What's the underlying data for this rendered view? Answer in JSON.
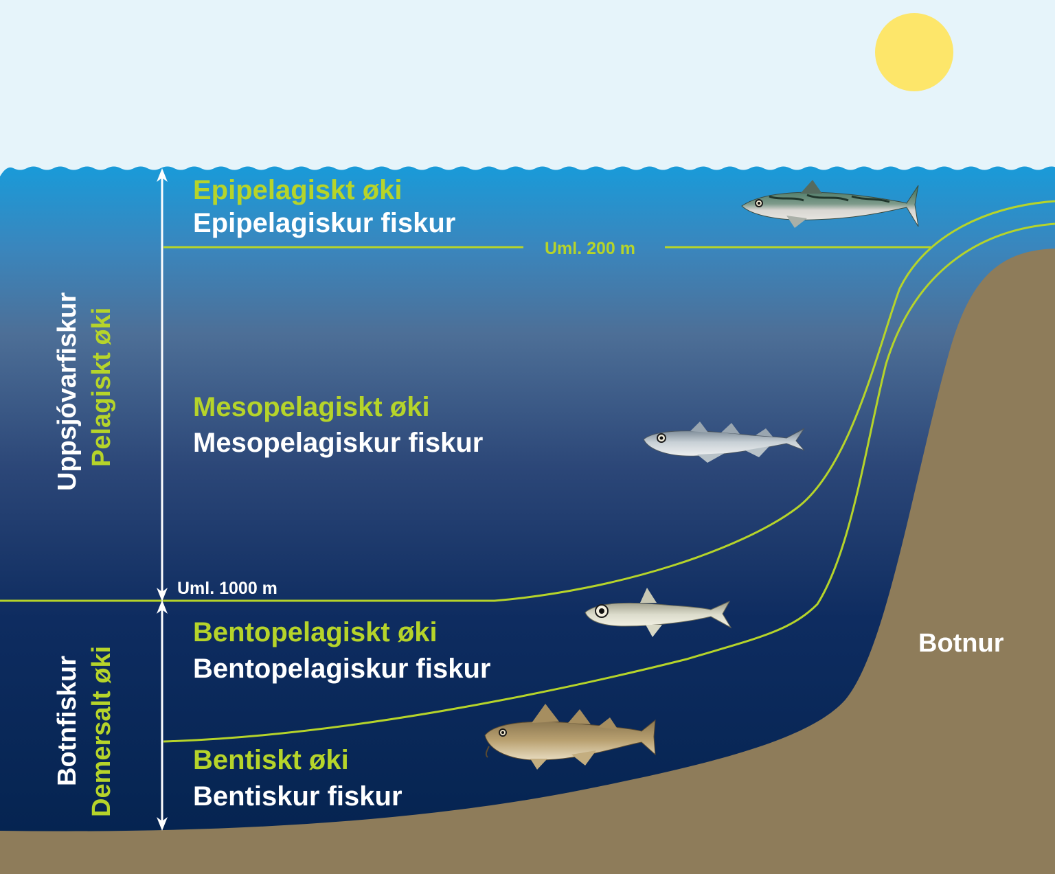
{
  "colors": {
    "sky": "#e6f4fa",
    "sun": "#fde66a",
    "surface_water": "#1a9ad8",
    "deep_water": "#0a2a5a",
    "seabed": "#8e7c5a",
    "accent_green": "#b6d42a",
    "text_white": "#ffffff"
  },
  "zones": [
    {
      "name": "Epipelagiskt øki",
      "fish": "Epipelagiskur fiskur",
      "fish_icon": "mackerel-icon"
    },
    {
      "name": "Mesopelagiskt øki",
      "fish": "Mesopelagiskur fiskur",
      "fish_icon": "blue-whiting-icon"
    },
    {
      "name": "Bentopelagiskt øki",
      "fish": "Bentopelagiskur fiskur",
      "fish_icon": "argentine-icon"
    },
    {
      "name": "Bentiskt øki",
      "fish": "Bentiskur fiskur",
      "fish_icon": "cod-icon"
    }
  ],
  "depths": {
    "d200": "Uml. 200 m",
    "d1000": "Uml. 1000 m"
  },
  "side_labels": {
    "pelagic_white": "Uppsjóvarfiskur",
    "pelagic_green": "Pelagiskt øki",
    "demersal_white": "Botnfiskur",
    "demersal_green": "Demersalt øki"
  },
  "seabed_label": "Botnur"
}
